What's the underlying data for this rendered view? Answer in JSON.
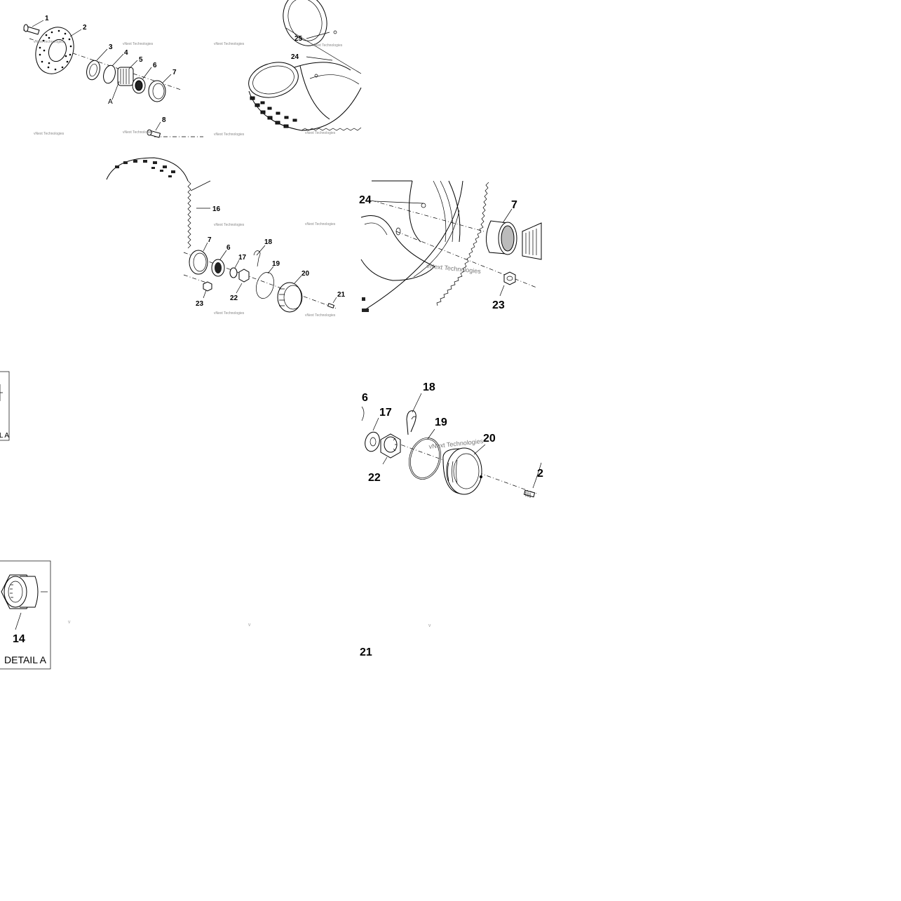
{
  "watermark": "vNext Technologies",
  "detail_label": "DETAIL A",
  "detail_label_cropped": "L A",
  "detail_marker": "A",
  "overview": {
    "labels": [
      "1",
      "2",
      "3",
      "4",
      "5",
      "6",
      "7",
      "8",
      "25",
      "24",
      "16",
      "7",
      "6",
      "17",
      "18",
      "19",
      "20",
      "21",
      "23",
      "22"
    ]
  },
  "zoom_wheel": {
    "labels": [
      "24",
      "7",
      "23"
    ]
  },
  "zoom_hub": {
    "labels": [
      "6",
      "17",
      "18",
      "19",
      "20",
      "22"
    ]
  },
  "zoom_footer": {
    "labels": [
      "21"
    ]
  },
  "detail_part": {
    "label": "14"
  }
}
